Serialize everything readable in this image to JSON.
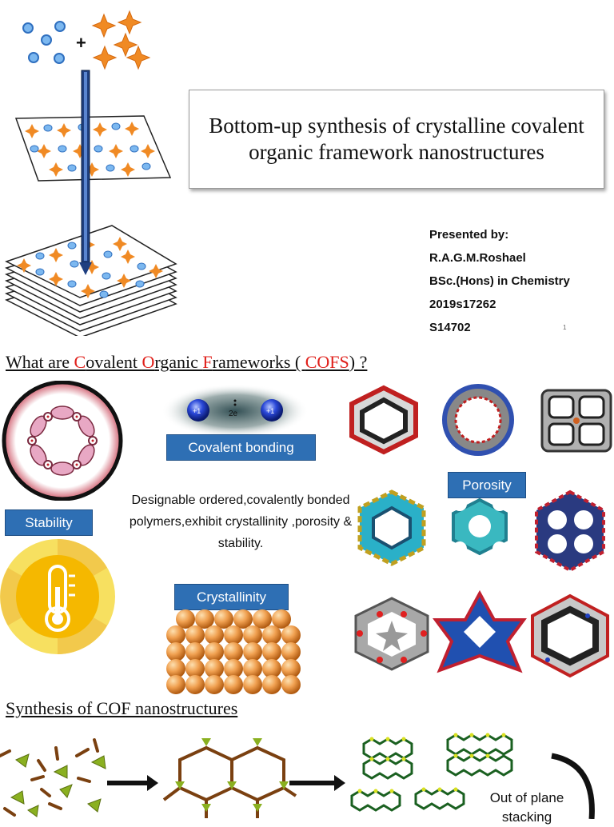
{
  "title": "Bottom-up synthesis of crystalline covalent organic framework nanostructures",
  "presenter": {
    "heading": "Presented by:",
    "name": "R.A.G.M.Roshael",
    "degree": "BSc.(Hons) in Chemistry",
    "reg_no": "2019s17262",
    "index_no": "S14702"
  },
  "page_number": "1",
  "section1": {
    "prefix": "What are ",
    "c_letter": "C",
    "c_rest": "ovalent ",
    "o_letter": "O",
    "o_rest": "rganic ",
    "f_letter": "F",
    "f_rest": "rameworks ( ",
    "acronym": "COFS",
    "suffix": ") ?"
  },
  "labels": {
    "covalent_bonding": "Covalent bonding",
    "stability": "Stability",
    "porosity": "Porosity",
    "crystallinity": "Crystallinity",
    "bond_electrons": "2e",
    "atom_left": "+1",
    "atom_right": "+1"
  },
  "description": "Designable ordered,covalently bonded polymers,exhibit crystallinity ,porosity & stability.",
  "plus_sign": "+",
  "section2": {
    "heading": "Synthesis of COF nanostructures",
    "stacking_label": "Out of plane stacking"
  },
  "colors": {
    "accent_red": "#e0201b",
    "label_blue": "#2e6fb4",
    "orange_node": "#f08a24",
    "blue_node": "#4a90e2",
    "sphere_orange": "#f0a050",
    "thermo_yellow": "#f5b800"
  }
}
